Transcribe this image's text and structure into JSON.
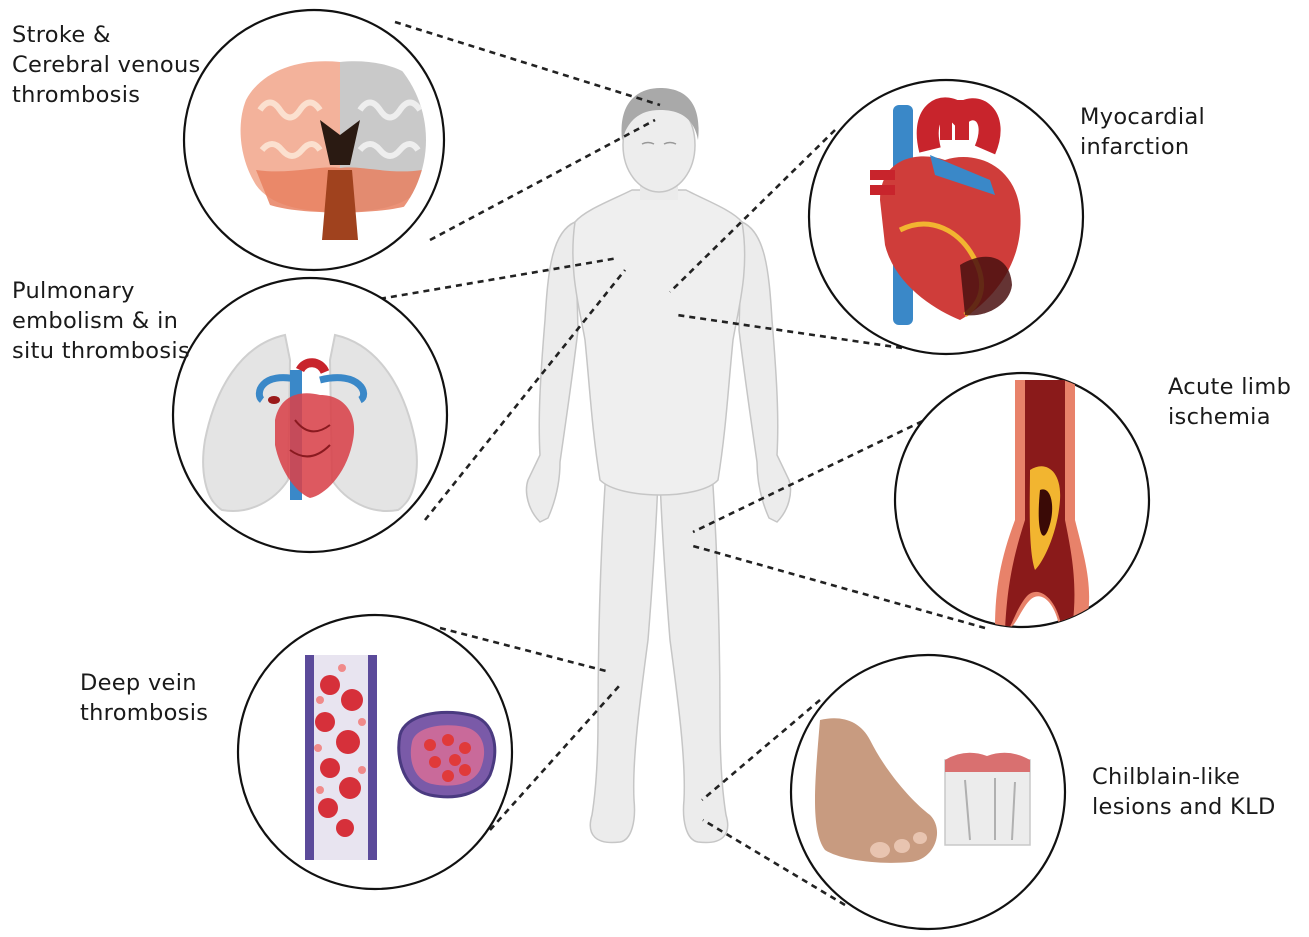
{
  "labels": {
    "stroke": [
      "Stroke &",
      "Cerebral venous",
      "thrombosis"
    ],
    "pulmonary": [
      "Pulmonary",
      "embolism & in",
      "situ thrombosis"
    ],
    "dvt": [
      "Deep vein",
      "thrombosis"
    ],
    "myocardial": [
      "Myocardial",
      "infarction"
    ],
    "limb": [
      "Acute limb",
      "ischemia"
    ],
    "chilblain": [
      "Chilblain-like",
      "lesions and KLD"
    ]
  },
  "colors": {
    "body": "#eeeeee",
    "body_outline": "#c9c9c9",
    "artery_red": "#c8242c",
    "vein_blue": "#3a88c8",
    "clot_dark": "#6b1a10",
    "fat_yellow": "#f2b530",
    "brain_left": "#f3b29b",
    "brain_right": "#c9c9c9",
    "vessel_purple": "#5b4a9a"
  },
  "icons": [
    "brain-icon",
    "lungs-heart-icon",
    "vein-clot-icon",
    "heart-icon",
    "artery-icon",
    "foot-skin-icon",
    "human-body-figure"
  ]
}
